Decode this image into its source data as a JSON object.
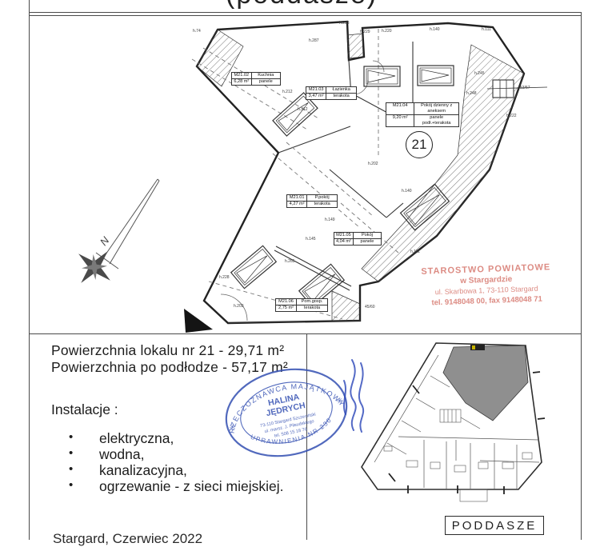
{
  "page": {
    "title_partial": "(poddasze)",
    "date_footer": "Stargard, Czerwiec 2022"
  },
  "plan": {
    "unit_number": "21",
    "compass_label": "N",
    "rooms": [
      {
        "code": "M21.01",
        "name": "P.pokój",
        "area": "4,27 m²",
        "floor": "terakota"
      },
      {
        "code": "M21.02",
        "name": "Kuchnia",
        "area": "6,28 m²",
        "floor": "panele"
      },
      {
        "code": "M21.03",
        "name": "Łazienka",
        "area": "3,47 m²",
        "floor": "terakota"
      },
      {
        "code": "M21.04",
        "name": "Pokój dzienny z aneksem",
        "area": "9,20 m²",
        "floor": "panele podł.+terakota"
      },
      {
        "code": "M21.05",
        "name": "Pokój",
        "area": "4,04 m²",
        "floor": "panele"
      },
      {
        "code": "M21.06",
        "name": "Pom.gosp.",
        "area": "2,75 m²",
        "floor": "terakota"
      }
    ],
    "dims": [
      "h.74",
      "h.233",
      "h.287",
      "h.229",
      "h.220",
      "h.140",
      "h.111",
      "h.245",
      "h.248",
      "h.222",
      "h.212",
      "h.312",
      "53/57",
      "h.202",
      "h.140",
      "h.149",
      "h.145",
      "h.111",
      "h.265",
      "h.228",
      "h.203",
      "45/60"
    ]
  },
  "red_stamp": {
    "line1": "STAROSTWO POWIATOWE",
    "line2": "w Stargardzie",
    "line3": "ul. Skarbowa 1, 73-110 Stargard",
    "line4": "tel. 9148048 00, fax 9148048 71"
  },
  "details": {
    "area_line1": "Powierzchnia lokalu nr 21 - 29,71 m²",
    "area_line2": "Powierzchnia po podłodze - 57,17 m²",
    "installations_header": "Instalacje :",
    "installations": [
      "elektryczna,",
      "wodna,",
      "kanalizacyjna,",
      "ogrzewanie - z sieci miejskiej."
    ]
  },
  "blue_stamp": {
    "arc_top": "RZECZOZNAWCA MAJĄTKOWY",
    "name_line1": "HALINA",
    "name_line2": "JĘDRYCH",
    "addr1": "73-110 Stargard Szczeciński",
    "addr2": "ul. marsz. J. Piłsudskiego",
    "addr3": "tel. 508 15 18 76",
    "arc_bottom": "UPRAWNIENIA NR 230",
    "color": "#3a55b4"
  },
  "overview": {
    "label": "PODDASZE"
  }
}
